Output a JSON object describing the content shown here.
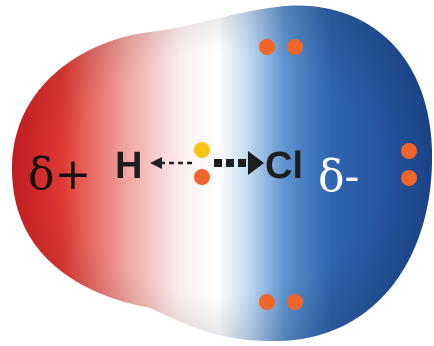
{
  "diagram": {
    "charge_positive": "δ+",
    "charge_negative": "δ-",
    "atom_hydrogen": "H",
    "atom_chlorine": "Cl"
  },
  "colors": {
    "positive_region": "#e2252b",
    "neutral_region": "#ffffff",
    "negative_region": "#1f4f9e",
    "lone_pair_electron": "#f0652a",
    "hydrogen_electron": "#f5c518",
    "text_dark": "#1e1e1e",
    "text_light": "#ffffff"
  },
  "lone_pairs": [
    "top-pair",
    "right-pair",
    "bottom-pair"
  ]
}
